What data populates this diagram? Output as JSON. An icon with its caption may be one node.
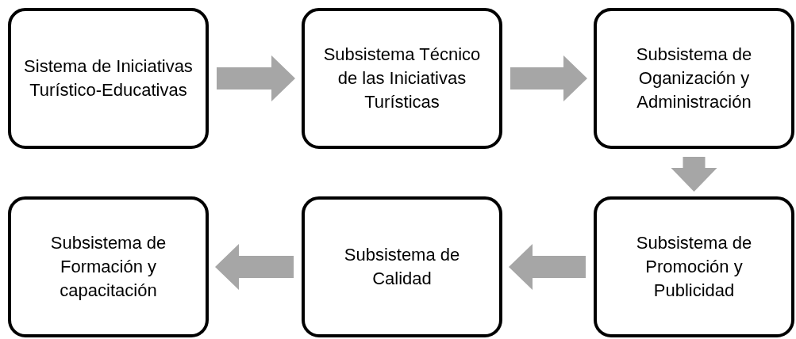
{
  "diagram": {
    "nodes": [
      {
        "text": [
          "Sistema de Iniciativas Turístico-Educativas"
        ]
      },
      {
        "text": [
          "Subsistema Técnico de las Iniciativas Turísticas"
        ]
      },
      {
        "text": [
          "Subsistema de Oganización y Administración"
        ]
      },
      {
        "text": [
          "Subsistema de Formación y capacitación"
        ]
      },
      {
        "text": [
          "Subsistema de Calidad"
        ]
      },
      {
        "text": [
          "Subsistema de Promoción y Publicidad"
        ]
      }
    ],
    "edges": [
      {
        "from": 0,
        "to": 1,
        "arrow": "to"
      },
      {
        "from": 1,
        "to": 2,
        "arrow": "to"
      },
      {
        "from": 2,
        "to": 5,
        "arrow": "to"
      },
      {
        "from": 5,
        "to": 4,
        "arrow": "to"
      },
      {
        "from": 4,
        "to": 3,
        "arrow": "to"
      }
    ]
  }
}
